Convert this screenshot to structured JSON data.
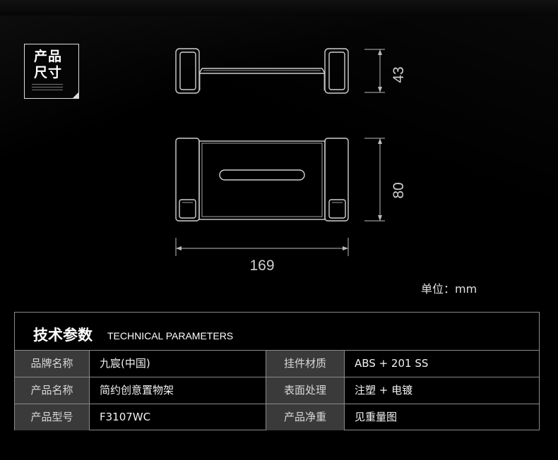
{
  "badge": {
    "line1": "产品",
    "line2": "尺寸"
  },
  "dimensions": {
    "height": "43",
    "depth": "80",
    "width": "169"
  },
  "unit_label": "单位：mm",
  "params": {
    "title_zh": "技术参数",
    "title_en": "TECHNICAL PARAMETERS",
    "rows": [
      {
        "l1": "品牌名称",
        "v1": "九宸(中国)",
        "l2": "挂件材质",
        "v2": "ABS + 201 SS"
      },
      {
        "l1": "产品名称",
        "v1": "简约创意置物架",
        "l2": "表面处理",
        "v2": "注塑 + 电镀"
      },
      {
        "l1": "产品型号",
        "v1": "F3107WC",
        "l2": "产品净重",
        "v2": "见重量图"
      }
    ]
  },
  "colors": {
    "background": "#000000",
    "label_cell": "#3a3a3a",
    "border": "#8a8a8a"
  }
}
